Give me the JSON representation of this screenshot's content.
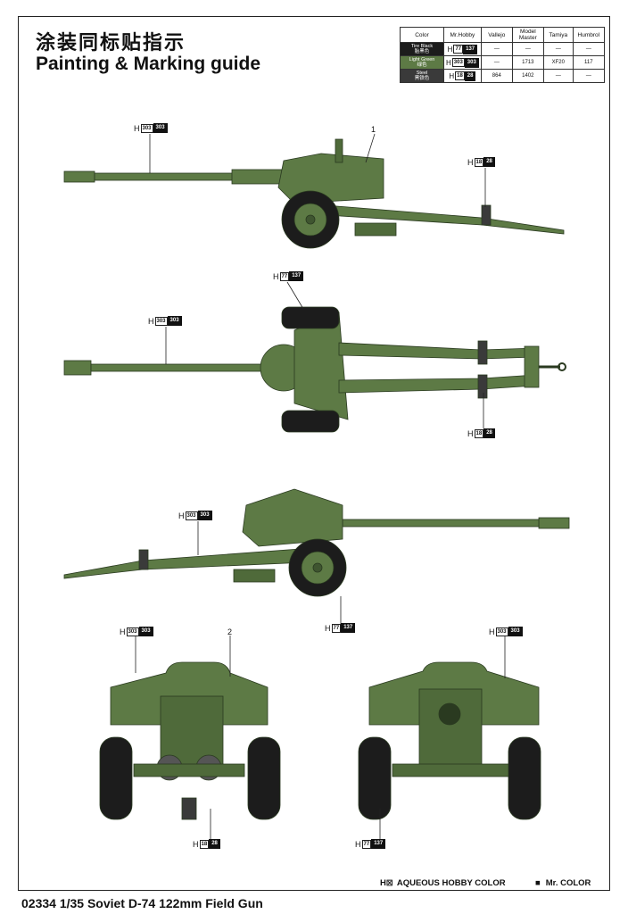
{
  "title_cn": "涂装同标贴指示",
  "title_en": "Painting & Marking guide",
  "color_table": {
    "headers": [
      "Color",
      "Mr.Hobby",
      "Vallejo",
      "Model Master",
      "Tamiya",
      "Humbrol"
    ],
    "rows": [
      {
        "name_en": "Tire Black",
        "name_cn": "胎黑色",
        "swatch": "#1c1c1c",
        "mrhobby_h": "H",
        "mrhobby_a": "77",
        "mrhobby_b": "137",
        "vallejo": "—",
        "model_master": "—",
        "tamiya": "—",
        "humbrol": "—"
      },
      {
        "name_en": "Light Green",
        "name_cn": "绿色",
        "swatch": "#5d7a45",
        "mrhobby_h": "H",
        "mrhobby_a": "303",
        "mrhobby_b": "303",
        "vallejo": "—",
        "model_master": "1713",
        "tamiya": "XF20",
        "humbrol": "117"
      },
      {
        "name_en": "Steel",
        "name_cn": "黑铁色",
        "swatch": "#3a3a3a",
        "mrhobby_h": "H",
        "mrhobby_a": "18",
        "mrhobby_b": "28",
        "vallejo": "864",
        "model_master": "1402",
        "tamiya": "—",
        "humbrol": "—"
      }
    ]
  },
  "callouts": {
    "side1_green": {
      "h": "H",
      "a": "303",
      "b": "303"
    },
    "side1_steel": {
      "h": "H",
      "a": "18",
      "b": "28"
    },
    "top_tire": {
      "h": "H",
      "a": "77",
      "b": "137"
    },
    "top_green": {
      "h": "H",
      "a": "303",
      "b": "303"
    },
    "top_steel": {
      "h": "H",
      "a": "18",
      "b": "28"
    },
    "side2_green": {
      "h": "H",
      "a": "303",
      "b": "303"
    },
    "side2_tire": {
      "h": "H",
      "a": "77",
      "b": "137"
    },
    "front_green": {
      "h": "H",
      "a": "303",
      "b": "303"
    },
    "front_steel": {
      "h": "H",
      "a": "18",
      "b": "28"
    },
    "rear_green": {
      "h": "H",
      "a": "303",
      "b": "303"
    },
    "rear_tire": {
      "h": "H",
      "a": "77",
      "b": "137"
    }
  },
  "markers": {
    "one": "1",
    "two": "2"
  },
  "legend": {
    "aqueous_symbol": "H⊠",
    "aqueous_label": "AQUEOUS HOBBY COLOR",
    "mr_symbol": "■",
    "mr_label": "Mr. COLOR"
  },
  "footer": "02334 1/35 Soviet D-74 122mm Field Gun",
  "colors": {
    "gun_green": "#5d7a45",
    "dark_green": "#3f5530",
    "tire": "#1c1c1c",
    "steel": "#444444"
  }
}
